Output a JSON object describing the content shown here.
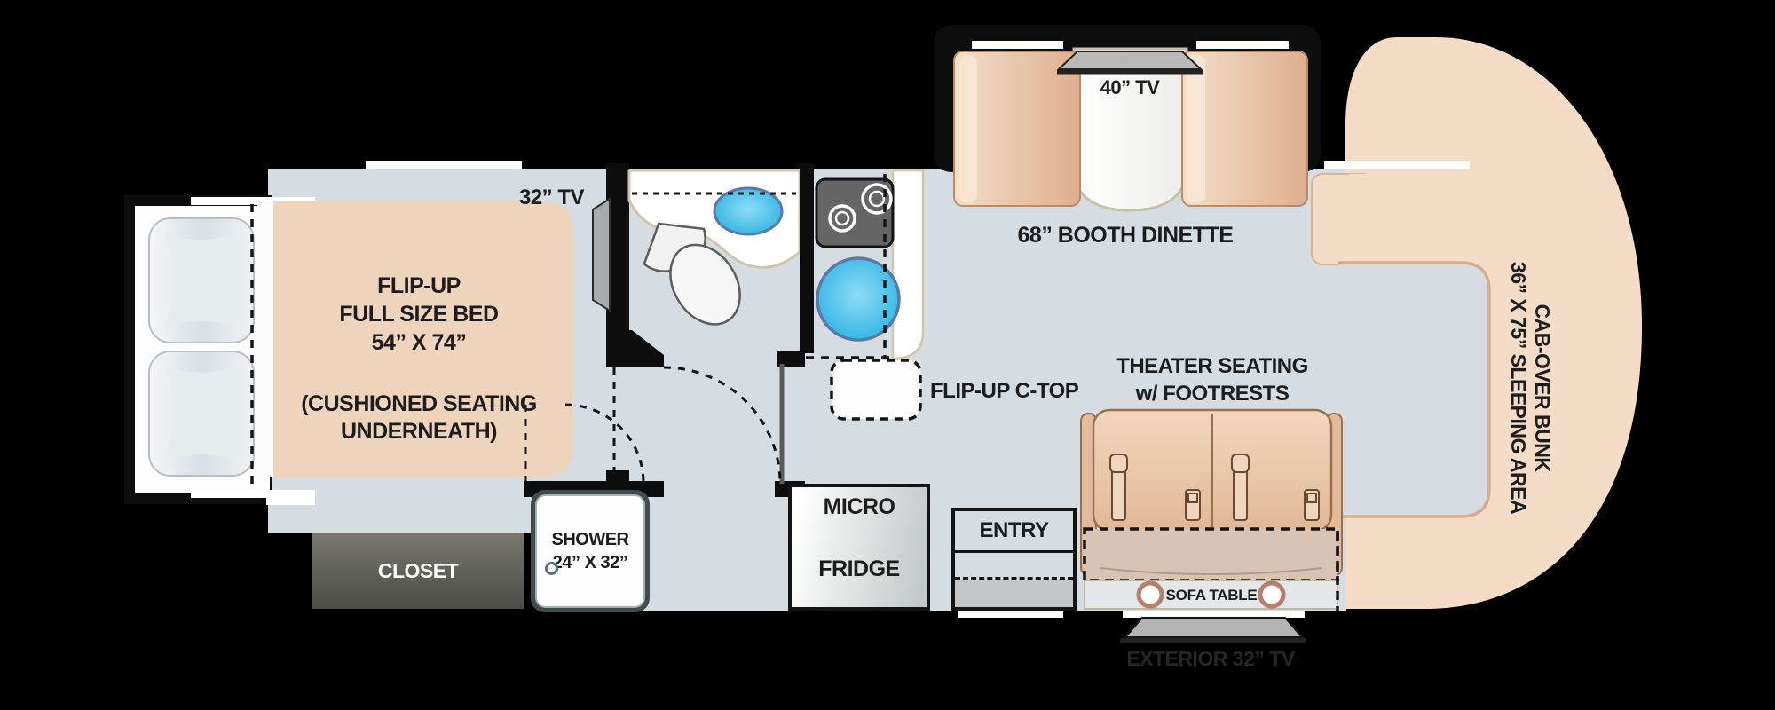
{
  "floorplan": {
    "bedroom": {
      "tv_label": "32” TV",
      "bed": [
        "FLIP-UP",
        "FULL SIZE BED",
        "54” X 74”"
      ],
      "bed_note": [
        "(CUSHIONED SEATING",
        "UNDERNEATH)"
      ],
      "closet": "CLOSET"
    },
    "bathroom": {
      "shower": [
        "SHOWER",
        "24” X 32”"
      ]
    },
    "kitchen": {
      "micro": [
        "MICRO",
        "FRIDGE"
      ],
      "countertop_label": "FLIP-UP C-TOP"
    },
    "living": {
      "dinette_label": "68” BOOTH DINETTE",
      "dinette_tv_label": "40” TV",
      "theater": [
        "THEATER SEATING",
        "w/ FOOTRESTS"
      ],
      "sofa_table_label": "SOFA TABLE",
      "entry_label": "ENTRY",
      "exterior_tv_label": "EXTERIOR 32” TV"
    },
    "cab": {
      "bunk": [
        "CAB-OVER BUNK",
        "36” X 75” SLEEPING AREA"
      ]
    }
  },
  "colors": {
    "background": "#000000",
    "floor": "#d5dde3",
    "mattress_tan": "#efd4bc",
    "bench_tan": "#ecc9aa",
    "cab_tan": "#f4dcc6",
    "sink_blue": "#3fc0e8",
    "closet_gray": "#5a5a58",
    "appliance_gray": "#656565",
    "text_dark": "#1c1c1c"
  }
}
